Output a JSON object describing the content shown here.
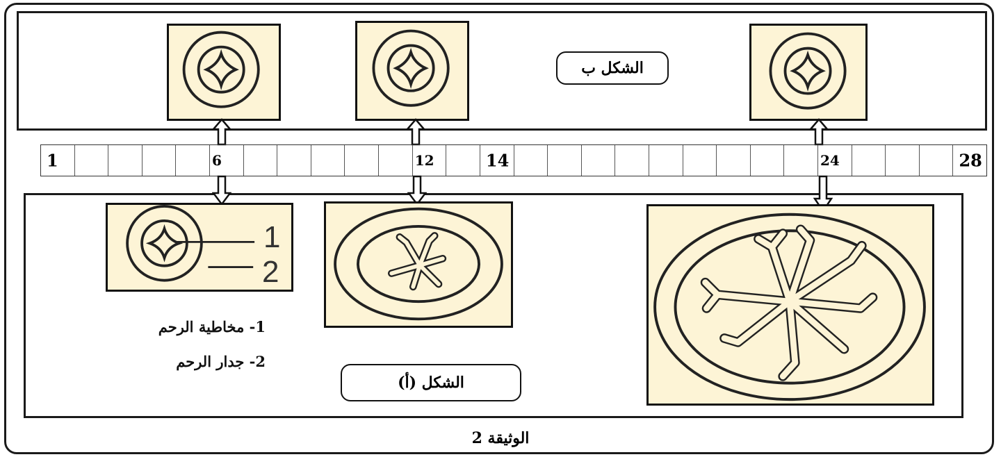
{
  "figure_b": {
    "label": "الشكل ب"
  },
  "figure_a": {
    "label": "الشكل (أ)"
  },
  "timeline": {
    "day_start": "1",
    "day_6": "6",
    "day_12": "12",
    "day_14": "14",
    "day_24": "24",
    "day_end": "28"
  },
  "legend": {
    "item_1": "1- مخاطية الرحم",
    "item_2": "2- جدار الرحم"
  },
  "callouts": {
    "n1": "1",
    "n2": "2"
  },
  "caption": "الوثيقة 2"
}
